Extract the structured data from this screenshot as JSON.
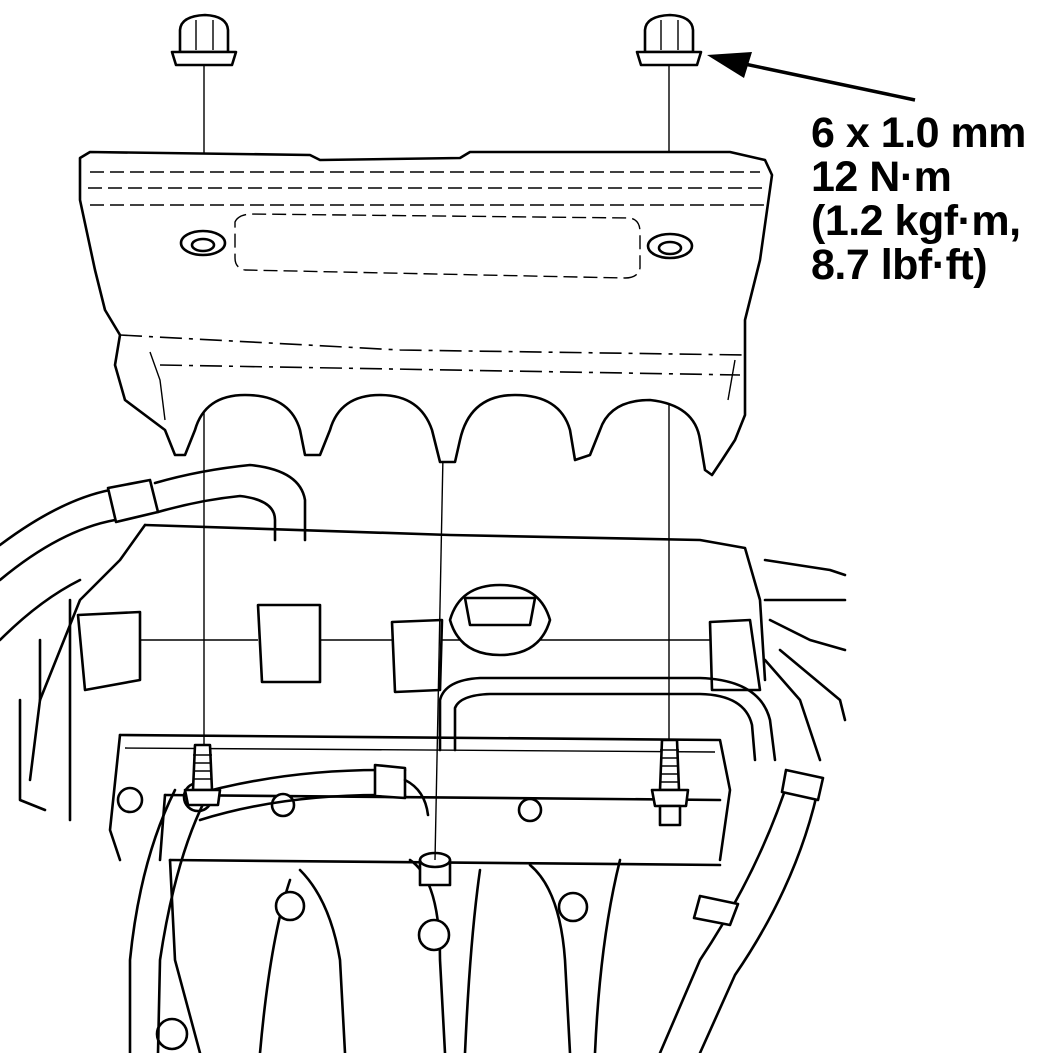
{
  "callout": {
    "lines": [
      "6 x 1.0 mm",
      "12 N·m",
      "(1.2 kgf·m,",
      "8.7 lbf·ft)"
    ]
  },
  "colors": {
    "ink": "#000000",
    "paper": "#ffffff"
  },
  "icons": [
    "flange-nut-icon",
    "stud-bolt-icon",
    "arrow-icon"
  ]
}
